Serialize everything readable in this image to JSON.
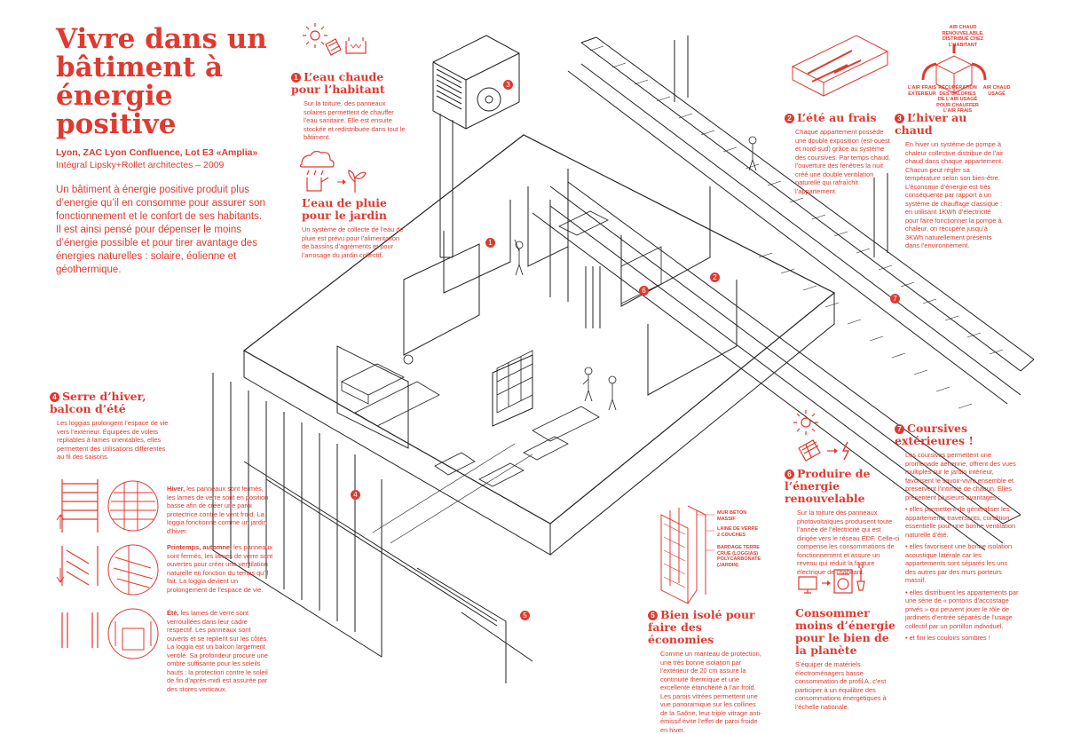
{
  "title": "Vivre dans un bâtiment à énergie positive",
  "location": "Lyon, ZAC Lyon Confluence, Lot E3 «Amplia»",
  "architects": "Intégral Lipsky+Rollet architectes – 2009",
  "intro": "Un bâtiment à énergie positive produit plus d’energie qu’il en consomme pour assurer son fonctionnement et le confort de ses habitants. Il est ainsi pensé pour dépenser le moins d’énergie possible et pour tirer avantage des énergies naturelles : solaire, éolienne et géothermique.",
  "sections": {
    "s1": {
      "num": "1",
      "title": "L’eau chaude pour l’habitant",
      "body": "Sur la toiture, des panneaux solaires permettent de chauffer l’eau sanitaire. Elle est ensuite stockée et redistribuée dans tout le bâtiment."
    },
    "pluie": {
      "title": "L’eau de pluie pour le jardin",
      "body": "Un système de collecte de l’eau de pluie est prévu pour l’alimentation de bassins d’agréments et pour l’arrosage du jardin collectif."
    },
    "s2": {
      "num": "2",
      "title": "L’été au frais",
      "body": "Chaque appartement posséde une double exposition (est-ouest et nord-sud) grâce au système des coursives. Par temps chaud, l’ouverture des fenêtres la nuit créé une double ventilation naturelle qui rafraîchit l’appartement."
    },
    "s3": {
      "num": "3",
      "title": "L’hiver au chaud",
      "body": "En hiver un système de pompe à chaleur collective distribue de l’air chaud dans chaque appartement. Chacun peut régler sa température selon son bien-être. L’économie d’énergie est très conséquente par rapport à un système de chauffage classique : en utilisant 1KWh d’électricité pour faire fonctionner la pompe à chaleur, on récupère jusqu’à 3KWh naturellement présents dans l’environnement."
    },
    "s4": {
      "num": "4",
      "title": "Serre d’hiver, balcon d’été",
      "body": "Les loggias prolongent l’espace de vie vers l’extérieur. Équipées de volets repliables à lames orientables, elles permettent des utilisations différentes au fil des saisons."
    },
    "hiver": {
      "lead": "Hiver,",
      "body": " les panneaux sont fermés, les lames de verre sont en position basse afin de créer une paroi protectrice contre le vent froid. La loggia fonctionne comme un jardin d’hiver."
    },
    "printemps": {
      "lead": "Printemps, automne,",
      "body": " les panneaux sont fermés, les lames de verre sont ouvertes pour créer une ventilation naturelle en fonction du temps qu’il fait. La loggia devient un prolongement de l’espace de vie."
    },
    "ete": {
      "lead": "Été,",
      "body": " les lames de verre sont verrouillées dans leur cadre respectif. Les panneaux sont ouverts et se replient sur les côtés. La loggia est un balcon largement ventilé. Sa profondeur procure une ombre suffisante pour les soleils hauts ; la protection contre le soleil de fin d’après-midi est assurée par des stores verticaux."
    },
    "s5": {
      "num": "5",
      "title": "Bien isolé pour faire des économies",
      "body": "Comme un manteau de protection, une très bonne isolation par l’extérieur de 20 cm assure la continuité thermique et une excellente étanchéité à l’air froid. Les parois vitrées permettent une vue panoramique sur les collines de la Saône, leur triple vitrage anti-émissif évite l’effet de paroi froide en hiver."
    },
    "s6": {
      "num": "6",
      "title": "Produire de l’énergie renouvelable",
      "body": "Sur la toiture des panneaux photovoltaïques produisent toute l’année de l’électricité qui est dirigée vers le réseau EDF. Celle-ci compense les consommations de fonctionnement et assure un revenu qui réduit la facture électrique de l’habitant."
    },
    "conso": {
      "title": "Consommer moins d’énergie pour le bien de la planète",
      "body": "S’équiper de matériels électroménagers basse consommation de profil A, c’est participer à un équilibre des consommations énergétiques à l’échelle nationale."
    },
    "s7": {
      "num": "7",
      "title": "Coursives extérieures !",
      "p1": "Les coursives permettent une promenade aérienne, offrent des vues multiples sur le jardin intérieur, favorisent le savoir-vivre ensemble et préservent l’intimité de chacun. Elles présentent plusieurs avantages :",
      "p2": "• elles permettent de généraliser les appartements traversants, condition essentielle pour une bonne ventilation naturelle d’été.",
      "p3": "• elles favorisent une bonne isolation acoustique latérale car les appartements sont séparés les uns des autres par des murs porteurs massif.",
      "p4": "• elles distribuent les appartements par une série de « pontons d’accostage privés » qui peuvent jouer le rôle de jardinets d’entrée séparés de l’usage collectif par un portillon individuel.",
      "p5": "• et fini les couloirs sombres !"
    }
  },
  "wall_labels": {
    "mur": "MUR BÉTON MASSIF",
    "laine": "LAINE DE VERRE 2 COUCHES",
    "bardage": "BARDAGE TERRE CRUE (LOGGIAS) POLYCARBONATE (JARDIN)"
  },
  "heat_labels": {
    "air_frais": "L’AIR FRAIS EXTÉRIEUR",
    "air_chaud_renouvelable": "AIR CHAUD RENOUVELABLE, DISTRIBUÉ CHEZ L’HABITANT",
    "recuperation": "RÉCUPÉRATION DES CALORIES DE L’AIR USAGÉ POUR CHAUFFER L’AIR FRAIS",
    "air_usage": "AIR CHAUD USAGÉ"
  },
  "markers": {
    "m1": "1",
    "m2": "2",
    "m3": "3",
    "m4": "4",
    "m5": "5",
    "m6": "6",
    "m7": "7"
  },
  "colors": {
    "accent": "#e03a2f",
    "line": "#222222",
    "background": "#ffffff"
  }
}
